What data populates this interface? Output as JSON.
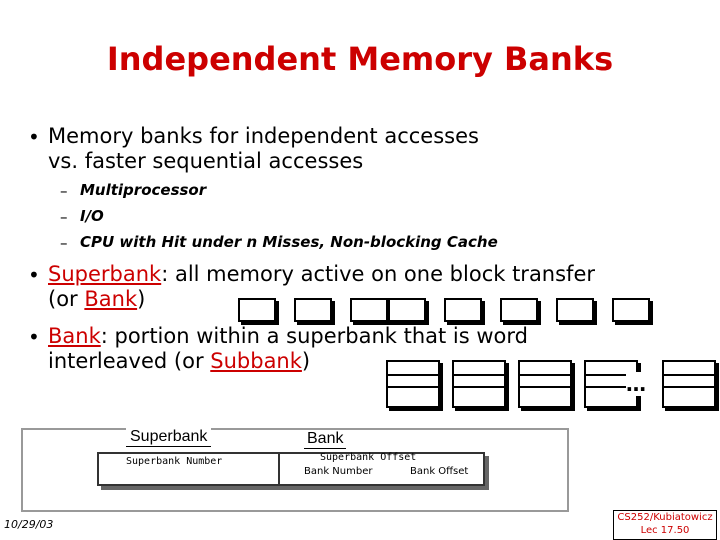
{
  "slide": {
    "title": "Independent Memory Banks",
    "bullet1": {
      "line1": "Memory banks for independent accesses",
      "line2": "vs. faster sequential accesses"
    },
    "subitems": [
      "Multiprocessor",
      "I/O",
      "CPU with Hit under n Misses, Non-blocking Cache"
    ],
    "bullet2": {
      "term": "Superbank",
      "rest": ": all memory active on one block transfer",
      "line2_prefix": "(or ",
      "line2_term": "Bank",
      "line2_suffix": ")"
    },
    "bullet3": {
      "term": "Bank",
      "rest": ": portion within a superbank that is word",
      "line2_prefix": "interleaved (or ",
      "line2_term": "Subbank",
      "line2_suffix": ")"
    },
    "ellipsis": "…"
  },
  "address": {
    "superbank_label": "Superbank",
    "bank_label": "Bank",
    "superbank_number": "Superbank Number",
    "superbank_offset": "Superbank Offset",
    "bank_number": "Bank Number",
    "bank_offset": "Bank Offset"
  },
  "footer": {
    "date": "10/29/03",
    "course": "CS252/Kubiatowicz",
    "lecture": "Lec 17.50"
  },
  "colors": {
    "accent": "#cc0000"
  }
}
